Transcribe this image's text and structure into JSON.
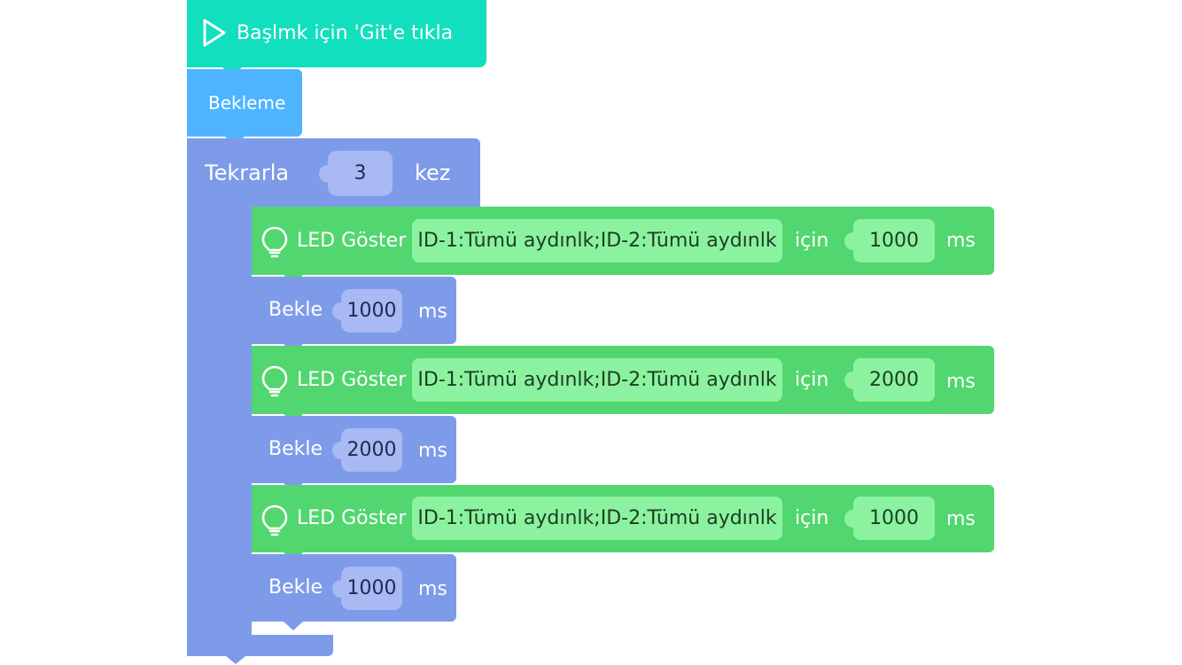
{
  "hat": {
    "label": "Başlmk için 'Git'e tıkla",
    "icon": "play-icon"
  },
  "wait_block": {
    "label": "Bekleme"
  },
  "repeat": {
    "label": "Tekrarla",
    "count": "3",
    "suffix": "kez"
  },
  "steps": [
    {
      "type": "led",
      "label": "LED Göster",
      "pattern": "ID-1:Tümü aydınlk;ID-2:Tümü aydınlk",
      "for": "için",
      "duration": "1000",
      "unit": "ms",
      "icon": "lightbulb-icon"
    },
    {
      "type": "wait",
      "label": "Bekle",
      "duration": "1000",
      "unit": "ms"
    },
    {
      "type": "led",
      "label": "LED Göster",
      "pattern": "ID-1:Tümü aydınlk;ID-2:Tümü aydınlk",
      "for": "için",
      "duration": "2000",
      "unit": "ms",
      "icon": "lightbulb-icon"
    },
    {
      "type": "wait",
      "label": "Bekle",
      "duration": "2000",
      "unit": "ms"
    },
    {
      "type": "led",
      "label": "LED Göster",
      "pattern": "ID-1:Tümü aydınlk;ID-2:Tümü aydınlk",
      "for": "için",
      "duration": "1000",
      "unit": "ms",
      "icon": "lightbulb-icon"
    },
    {
      "type": "wait",
      "label": "Bekle",
      "duration": "1000",
      "unit": "ms"
    }
  ],
  "colors": {
    "hat": "#12dfbd",
    "wait_block": "#4fb4ff",
    "control": "#7e9bea",
    "led": "#52d66f"
  }
}
